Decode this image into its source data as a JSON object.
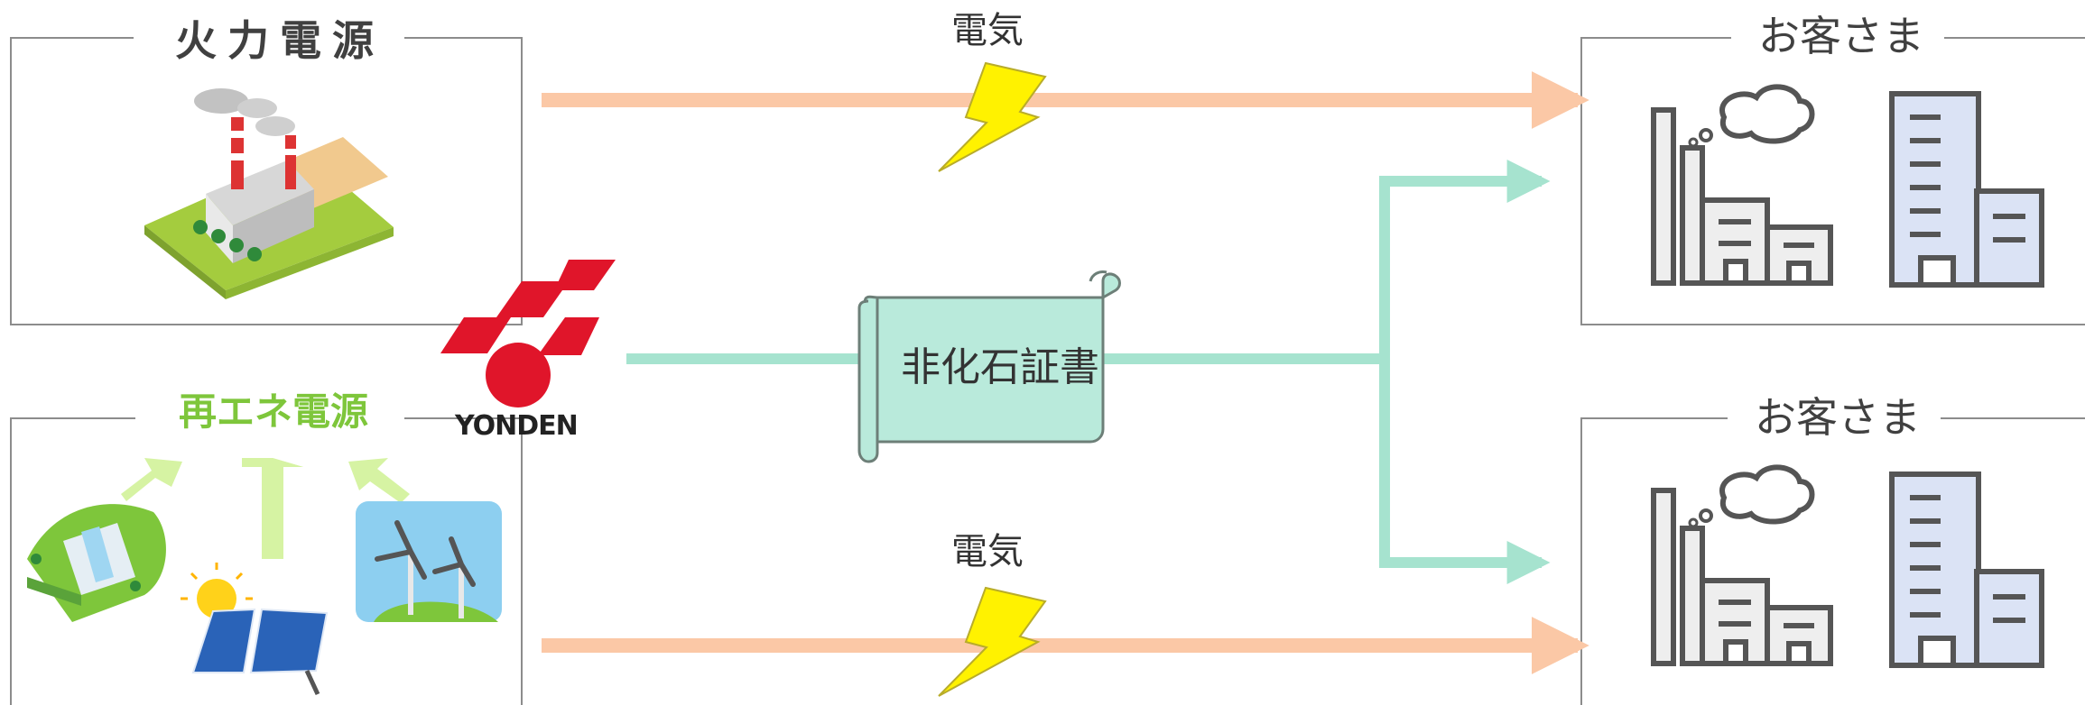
{
  "thermal": {
    "title": "火力電源"
  },
  "renewable": {
    "title": "再エネ電源"
  },
  "company": {
    "logo_text": "YONDEN"
  },
  "electricity": {
    "label_top": "電気",
    "label_bottom": "電気"
  },
  "certificate": {
    "label": "非化石証書"
  },
  "customers": {
    "top_title": "お客さま",
    "bottom_title": "お客さま"
  },
  "colors": {
    "electricity_arrow": "#fbc8a6",
    "certificate_line": "#a6e3cf",
    "renewable_arrow": "#d6f3a3",
    "logo_red": "#e0152a",
    "renewable_title": "#7ec63b",
    "certificate_fill": "#b9eadb",
    "lightning": "#fff200"
  }
}
